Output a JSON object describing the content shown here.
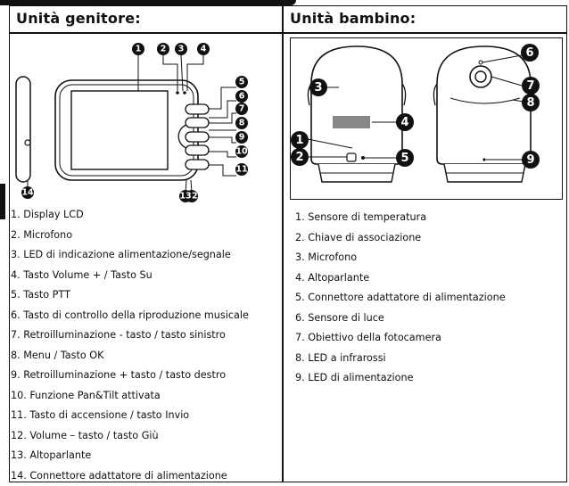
{
  "parent": {
    "title": "Unità genitore:",
    "items": [
      "1. Display LCD",
      "2. Microfono",
      "3. LED di indicazione alimentazione/segnale",
      "4. Tasto Volume + / Tasto Su",
      "5. Tasto PTT",
      "6. Tasto di controllo della riproduzione musicale",
      "7. Retroilluminazione - tasto / tasto sinistro",
      "8. Menu / Tasto OK",
      "9. Retroilluminazione + tasto / tasto destro",
      "10. Funzione Pan&Tilt attivata",
      "11. Tasto di accensione / tasto Invio",
      "12. Volume – tasto / tasto Giù",
      "13. Altoparlante",
      "14. Connettore adattatore di alimentazione"
    ],
    "callouts": [
      "1",
      "2",
      "3",
      "4",
      "5",
      "6",
      "7",
      "8",
      "9",
      "10",
      "11",
      "12",
      "13",
      "14"
    ]
  },
  "child": {
    "title": "Unità bambino:",
    "items": [
      "1. Sensore di temperatura",
      "2. Chiave di associazione",
      "3. Microfono",
      "4. Altoparlante",
      "5. Connettore adattatore di alimentazione",
      "6. Sensore di luce",
      "7. Obiettivo della fotocamera",
      "8. LED a infrarossi",
      "9. LED di alimentazione"
    ],
    "callouts": [
      "1",
      "2",
      "3",
      "4",
      "5",
      "6",
      "7",
      "8",
      "9"
    ]
  }
}
